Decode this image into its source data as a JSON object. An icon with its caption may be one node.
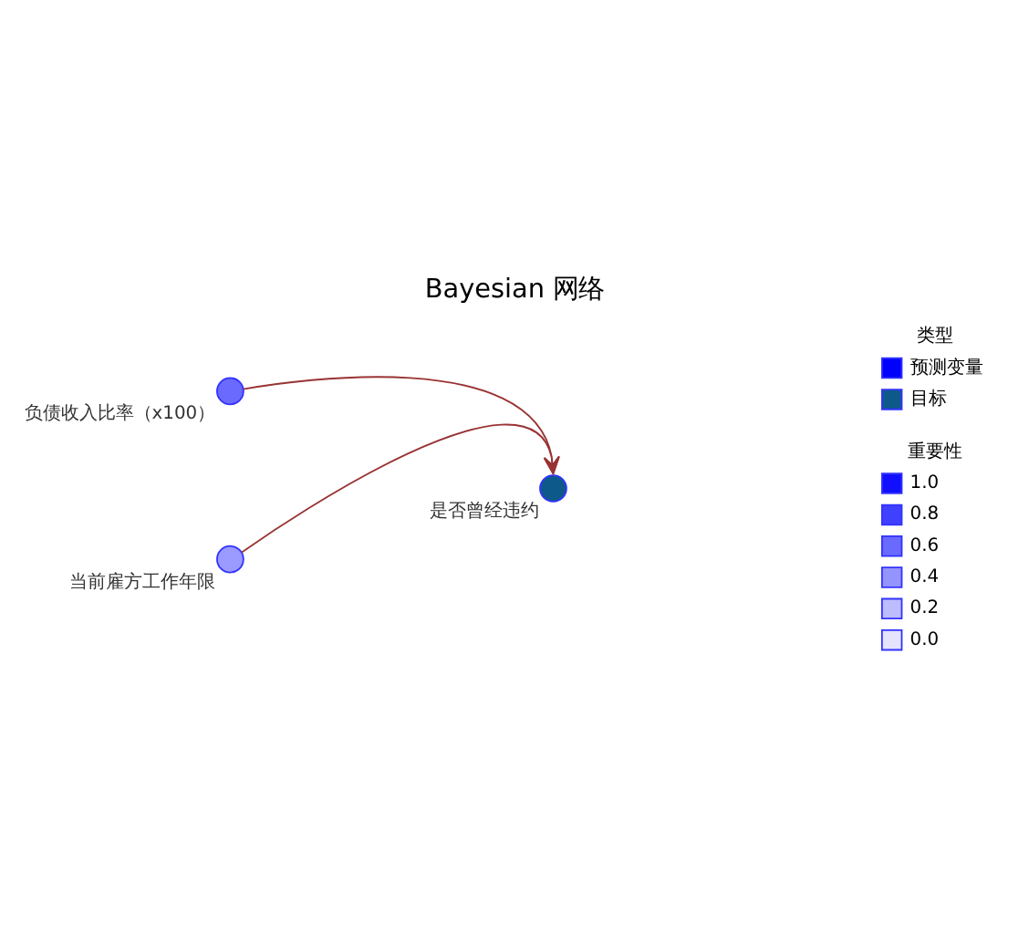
{
  "diagram": {
    "title": "Bayesian 网络",
    "nodes": [
      {
        "text": [
          "负债收入比率（x100）"
        ]
      },
      {
        "text": [
          "当前雇方工作年限"
        ]
      },
      {
        "text": [
          "是否曾经违约"
        ]
      }
    ],
    "edges": [
      {
        "from": 0,
        "to": 2,
        "arrow": "to"
      },
      {
        "from": 1,
        "to": 2,
        "arrow": "to"
      }
    ],
    "labels": [
      "类型",
      "重要性"
    ],
    "legend": [
      {
        "text": "预测变量",
        "color": "#0000ff"
      },
      {
        "text": "目标",
        "color": "#0d5a8a"
      },
      {
        "text": "1.0",
        "color": "#1010ff"
      },
      {
        "text": "0.8",
        "color": "#4040ff"
      },
      {
        "text": "0.6",
        "color": "#6a6aff"
      },
      {
        "text": "0.4",
        "color": "#9494ff"
      },
      {
        "text": "0.2",
        "color": "#bcbcff"
      },
      {
        "text": "0.0",
        "color": "#e4e4ff"
      }
    ]
  }
}
